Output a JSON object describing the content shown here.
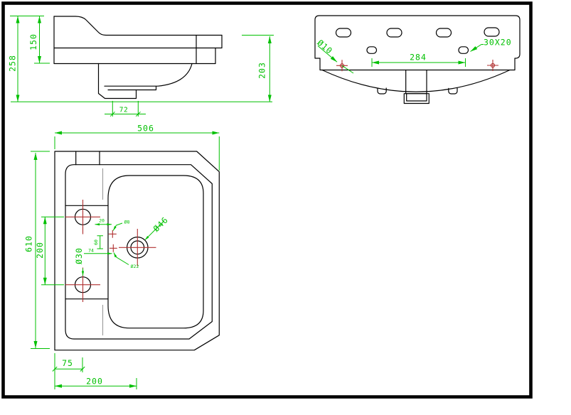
{
  "drawing_colors": {
    "background": "#ffffff",
    "outline": "#000000",
    "dimension": "#00c000",
    "center_mark": "#b03030",
    "frame_border": "#000000"
  },
  "side_view": {
    "overall_height": "258",
    "upper_height": "150",
    "depth_right": "203",
    "trap_width": "72"
  },
  "rear_view": {
    "fixing_hole": "Ø10",
    "slot_spacing": "284",
    "slot_size": "30X20"
  },
  "plan_view": {
    "width": "506",
    "depth": "610",
    "hole_spacing": "200",
    "side_holes": "Ø30",
    "faucet_hole": "Ø46",
    "overflow_hole": "Ø22",
    "small_hole": "Ø8",
    "dim_a": "20",
    "dim_b": "60",
    "dim_c": "74",
    "edge_offset": "75",
    "center_offset": "200"
  }
}
